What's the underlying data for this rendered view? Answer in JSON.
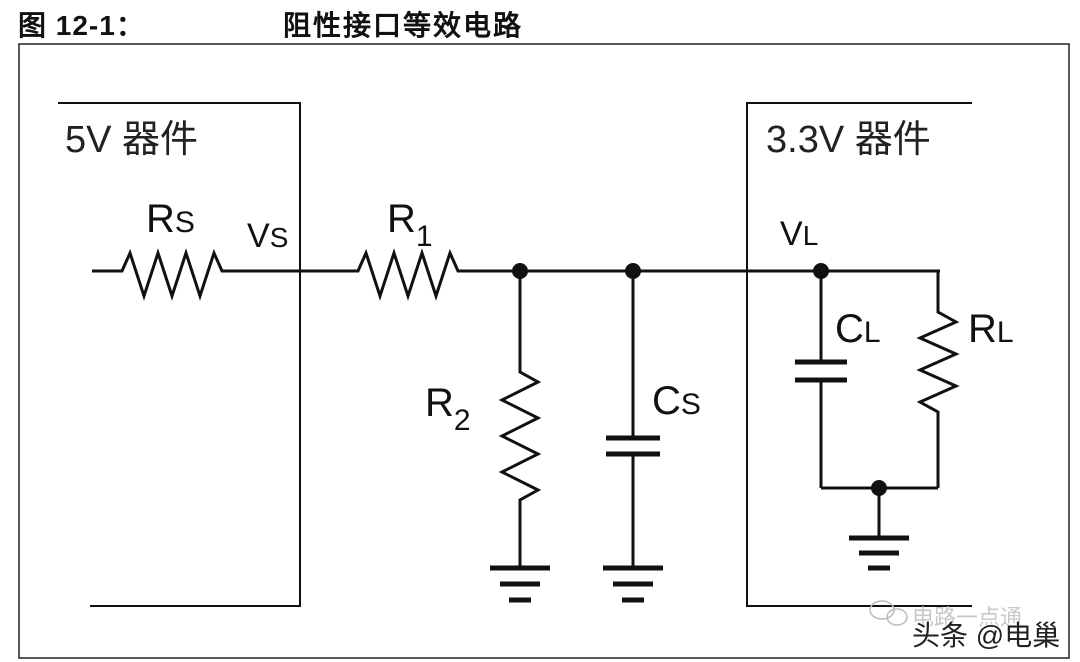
{
  "figure": {
    "number": "图 12-1：",
    "caption": "阻性接口等效电路"
  },
  "blocks": {
    "left_device": "5V 器件",
    "right_device": "3.3V 器件"
  },
  "components": {
    "rs": {
      "main": "R",
      "sub": "S"
    },
    "vs": {
      "main": "V",
      "sub": "S"
    },
    "r1": {
      "main": "R",
      "sub": "1"
    },
    "r2": {
      "main": "R",
      "sub": "2"
    },
    "cs": {
      "main": "C",
      "sub": "S"
    },
    "vl": {
      "main": "V",
      "sub": "L"
    },
    "cl": {
      "main": "C",
      "sub": "L"
    },
    "rl": {
      "main": "R",
      "sub": "L"
    }
  },
  "watermark": {
    "line1": "电路一点通",
    "line2": "头条 @电巢"
  }
}
